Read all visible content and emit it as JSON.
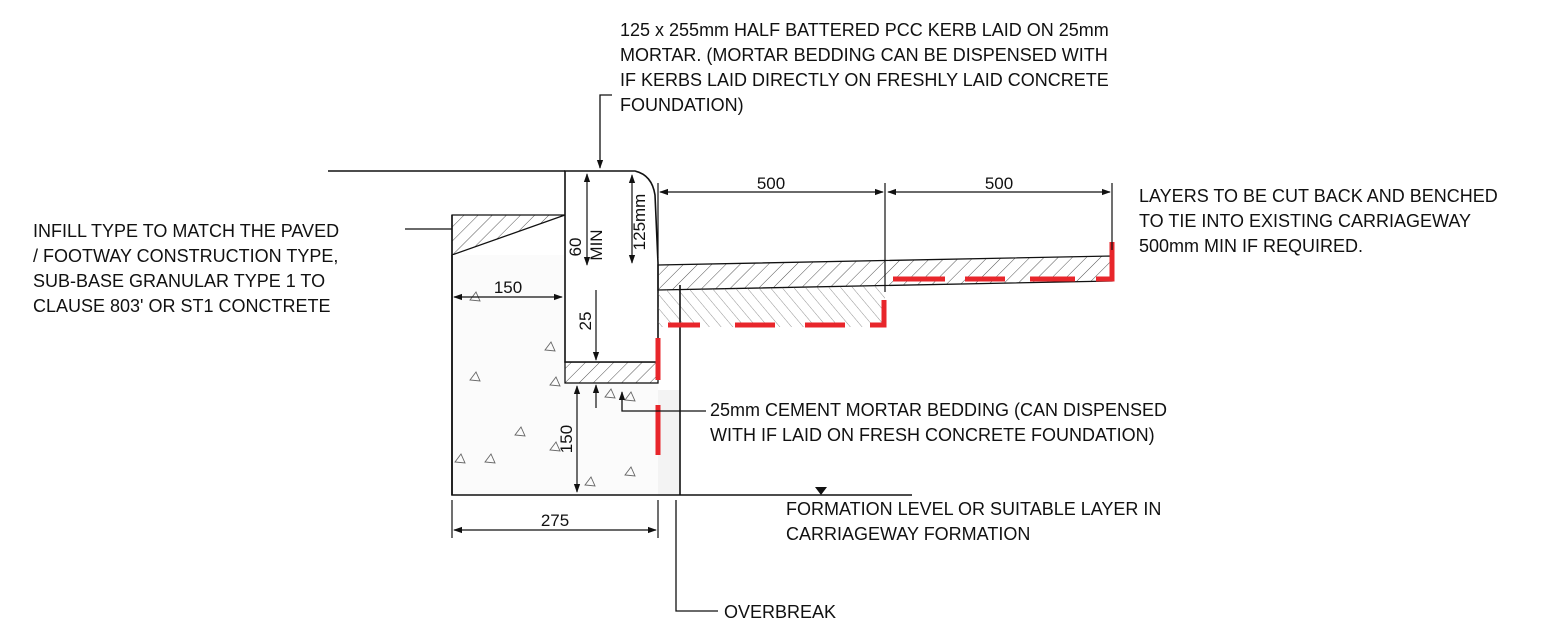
{
  "notes": {
    "kerb": [
      "125 x 255mm HALF BATTERED PCC KERB LAID ON 25mm",
      "MORTAR. (MORTAR BEDDING CAN BE DISPENSED WITH",
      "IF KERBS LAID DIRECTLY ON FRESHLY LAID CONCRETE",
      "FOUNDATION)"
    ],
    "infill": [
      "INFILL TYPE TO MATCH THE PAVED",
      "/ FOOTWAY CONSTRUCTION TYPE,",
      "SUB-BASE GRANULAR TYPE 1 TO",
      "CLAUSE 803' OR ST1 CONCTRETE"
    ],
    "layers": [
      "LAYERS TO BE CUT BACK AND BENCHED",
      "TO TIE INTO EXISTING CARRIAGEWAY",
      "500mm MIN IF REQUIRED."
    ],
    "mortar": [
      "25mm CEMENT MORTAR BEDDING (CAN DISPENSED",
      "WITH IF LAID ON FRESH CONCRETE FOUNDATION)"
    ],
    "formation": [
      "FORMATION LEVEL OR SUITABLE LAYER IN",
      "CARRIAGEWAY FORMATION"
    ],
    "overbreak": [
      "OVERBREAK"
    ]
  },
  "dimensions": {
    "bench_1": "500",
    "bench_2": "500",
    "min_60": "60",
    "min_label": "MIN",
    "kerb_height": "125mm",
    "infill_width": "150",
    "bedding": "25",
    "foundation_depth": "150",
    "foundation_width": "275"
  },
  "colors": {
    "line": "#111111",
    "cut_line": "#e8262b",
    "hatch": "#555555",
    "aggregate": "#666666"
  }
}
